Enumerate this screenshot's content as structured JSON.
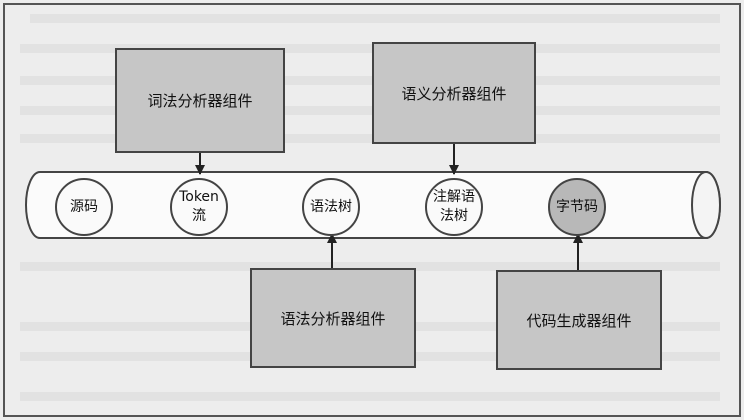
{
  "pipeline": {
    "nodes": [
      {
        "line1": "源码",
        "line2": ""
      },
      {
        "line1": "Token",
        "line2": "流"
      },
      {
        "line1": "语法树",
        "line2": ""
      },
      {
        "line1": "注解语",
        "line2": "法树"
      },
      {
        "line1": "字节码",
        "line2": ""
      }
    ]
  },
  "components": {
    "lexer": "词法分析器组件",
    "semantic": "语义分析器组件",
    "parser": "语法分析器组件",
    "codegen": "代码生成器组件"
  },
  "colors": {
    "box_fill": "#c6c6c6",
    "node_fill": "#fafafa",
    "node_shaded": "#b8b8b8",
    "stroke": "#444444"
  }
}
